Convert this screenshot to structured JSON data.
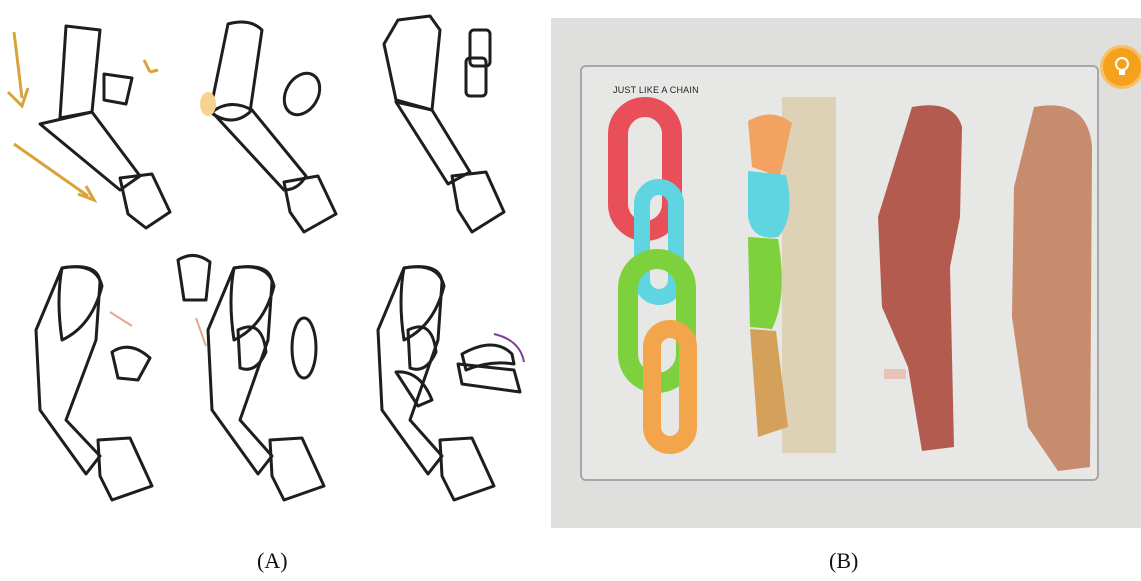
{
  "panel_a": {
    "caption": "(A)"
  },
  "panel_b": {
    "caption": "(B)",
    "title": "JUST LIKE A CHAIN",
    "badge_icon": "lightbulb-icon"
  },
  "colors": {
    "yellow": "#f7d28f",
    "blue": "#a9c7ec",
    "gray": "#e3e6ea",
    "deltoid": "#f2a361",
    "bicep": "#d3687e",
    "forearm_purple": "#7f3e95",
    "link_red": "#e84f59",
    "link_cyan": "#5ed5e0",
    "link_green": "#7cd13c",
    "link_orange": "#f2a54a",
    "skin": "#c68c6d",
    "muscle": "#b35b4f",
    "badge": "#f5a11c"
  }
}
